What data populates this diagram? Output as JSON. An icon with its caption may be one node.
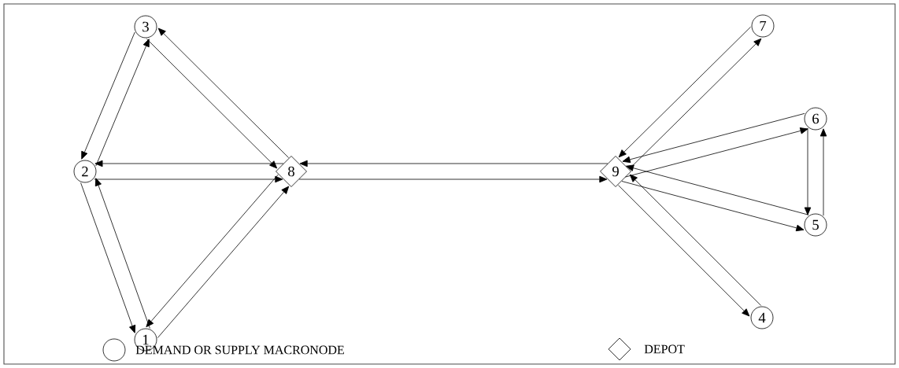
{
  "diagram": {
    "nodes": [
      {
        "text": [
          "1"
        ]
      },
      {
        "text": [
          "2"
        ]
      },
      {
        "text": [
          "3"
        ]
      },
      {
        "text": [
          "4"
        ]
      },
      {
        "text": [
          "5"
        ]
      },
      {
        "text": [
          "6"
        ]
      },
      {
        "text": [
          "7"
        ]
      },
      {
        "text": [
          "8"
        ]
      },
      {
        "text": [
          "9"
        ]
      }
    ],
    "edges": [
      {
        "from": 2,
        "to": 1,
        "arrow": "to"
      },
      {
        "from": 1,
        "to": 2,
        "arrow": "to"
      },
      {
        "from": 7,
        "to": 2,
        "arrow": "to"
      },
      {
        "from": 2,
        "to": 7,
        "arrow": "to"
      },
      {
        "from": 7,
        "to": 1,
        "arrow": "to"
      },
      {
        "from": 1,
        "to": 7,
        "arrow": "to"
      },
      {
        "from": 1,
        "to": 0,
        "arrow": "to"
      },
      {
        "from": 0,
        "to": 1,
        "arrow": "to"
      },
      {
        "from": 7,
        "to": 0,
        "arrow": "to"
      },
      {
        "from": 0,
        "to": 7,
        "arrow": "to"
      },
      {
        "from": 8,
        "to": 7,
        "arrow": "to"
      },
      {
        "from": 7,
        "to": 8,
        "arrow": "to"
      },
      {
        "from": 6,
        "to": 8,
        "arrow": "to"
      },
      {
        "from": 8,
        "to": 6,
        "arrow": "to"
      },
      {
        "from": 5,
        "to": 8,
        "arrow": "to"
      },
      {
        "from": 8,
        "to": 5,
        "arrow": "to"
      },
      {
        "from": 4,
        "to": 8,
        "arrow": "to"
      },
      {
        "from": 8,
        "to": 4,
        "arrow": "to"
      },
      {
        "from": 8,
        "to": 3,
        "arrow": "to"
      },
      {
        "from": 3,
        "to": 8,
        "arrow": "to"
      },
      {
        "from": 5,
        "to": 4,
        "arrow": "to"
      },
      {
        "from": 4,
        "to": 5,
        "arrow": "to"
      }
    ],
    "legend": [
      {
        "text": "DEMAND OR SUPPLY MACRONODE"
      },
      {
        "text": "DEPOT"
      }
    ]
  }
}
